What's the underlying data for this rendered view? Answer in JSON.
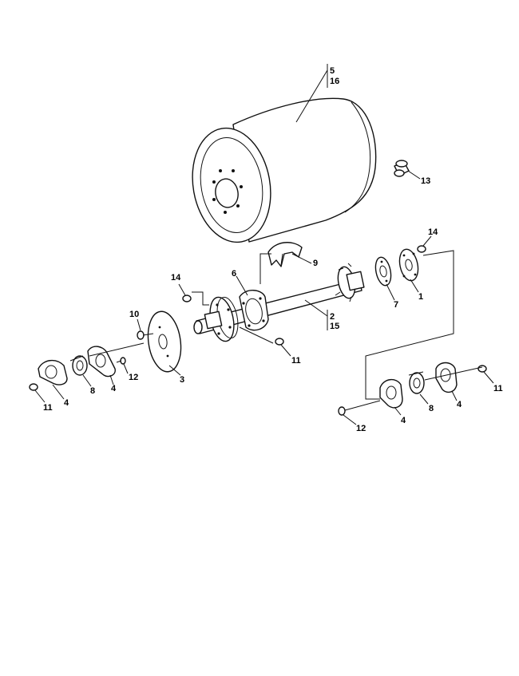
{
  "callouts": {
    "c1": "1",
    "c2": "2",
    "c3": "3",
    "c4a": "4",
    "c4b": "4",
    "c4c": "4",
    "c4d": "4",
    "c5": "5",
    "c6": "6",
    "c7": "7",
    "c8a": "8",
    "c8b": "8",
    "c9": "9",
    "c10": "10",
    "c11a": "11",
    "c11b": "11",
    "c11c": "11",
    "c12a": "12",
    "c12b": "12",
    "c13": "13",
    "c14a": "14",
    "c14b": "14",
    "c15": "15",
    "c16": "16"
  }
}
